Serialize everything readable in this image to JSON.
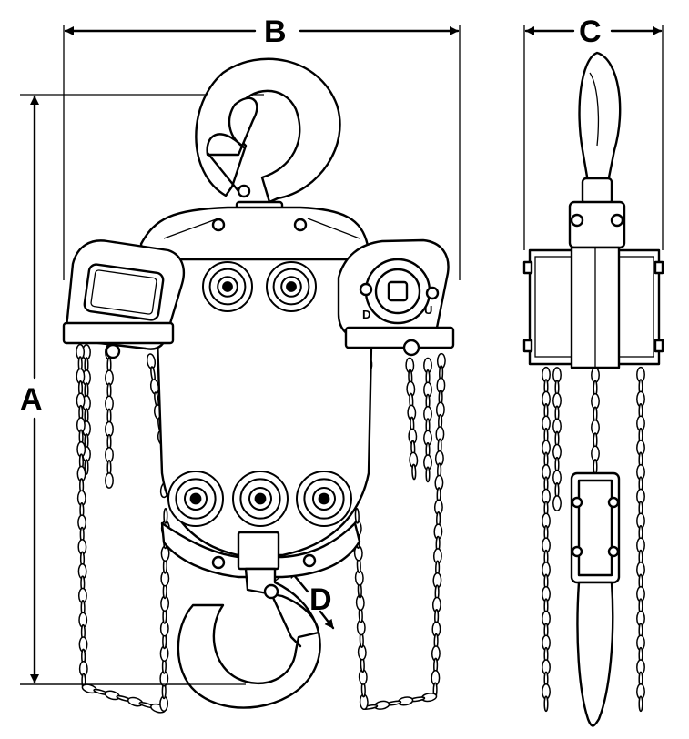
{
  "diagram": {
    "dimension_labels": {
      "a": "A",
      "b": "B",
      "c": "C",
      "d": "D"
    },
    "icon_names": [
      "hoist-front-view",
      "hoist-side-view",
      "top-hook",
      "bottom-hook",
      "load-chain",
      "hand-chain",
      "sheave"
    ],
    "wheel_letters": {
      "u": "U",
      "d": "D"
    },
    "colors": {
      "line": "#000000",
      "fill": "#ffffff",
      "shade": "#e9e9e9"
    }
  }
}
